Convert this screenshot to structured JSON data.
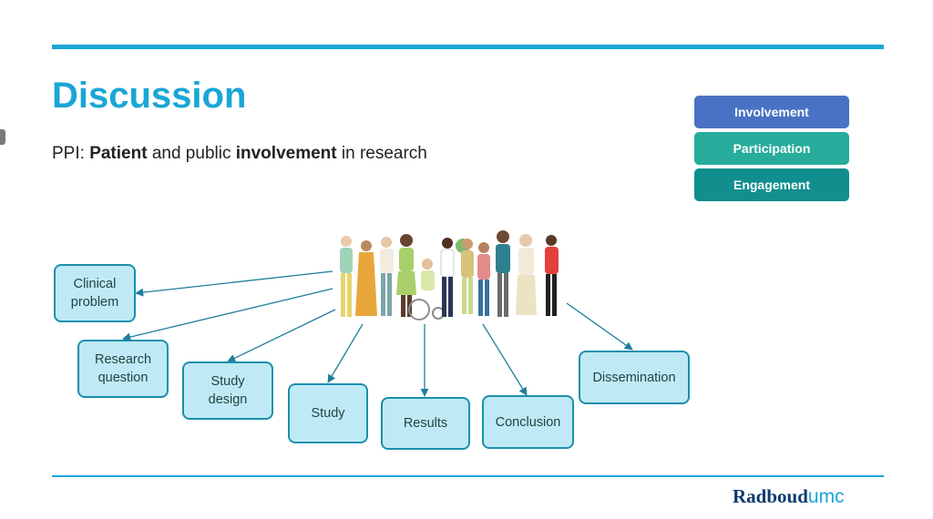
{
  "slide": {
    "title": "Discussion",
    "subtitle_prefix": "PPI: ",
    "subtitle_b1": "Patient",
    "subtitle_mid": " and public ",
    "subtitle_b2": "involvement",
    "subtitle_suffix": " in research"
  },
  "legend": [
    "Involvement",
    "Participation",
    "Engagement"
  ],
  "legend_colors": [
    "#4a72c4",
    "#28ac9c",
    "#118e8e"
  ],
  "nodes": {
    "clinical_problem_1": "Clinical",
    "clinical_problem_2": "problem",
    "research_question_1": "Research",
    "research_question_2": "question",
    "study_design_1": "Study",
    "study_design_2": "design",
    "study": "Study",
    "results": "Results",
    "conclusion": "Conclusion",
    "dissemination": "Dissemination"
  },
  "logo": {
    "part1": "Radboud",
    "part2": "umc"
  },
  "colors": {
    "accent": "#1aa6d6",
    "node_fill": "#bfeaf5",
    "node_border": "#1b8fad",
    "arrow": "#1f7f9a"
  }
}
